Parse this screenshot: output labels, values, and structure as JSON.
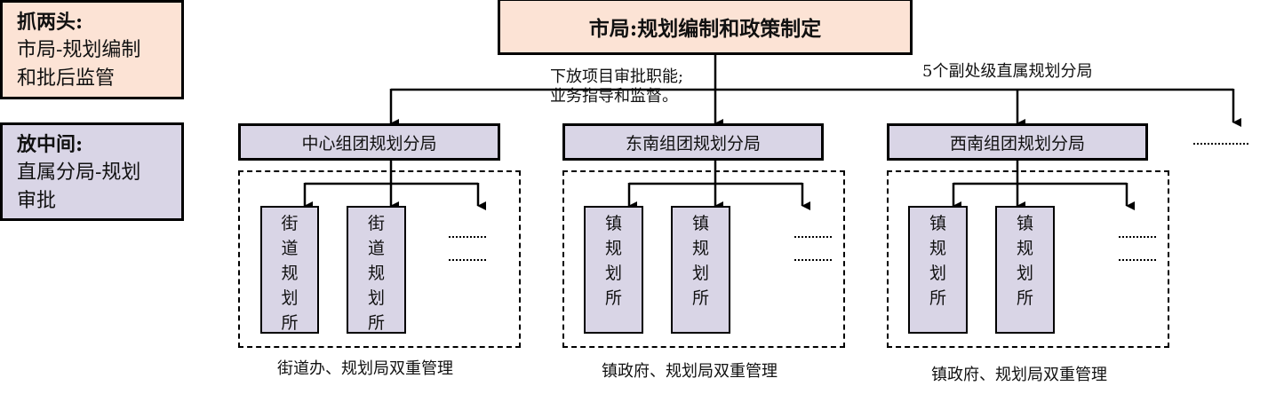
{
  "legend": {
    "grasp": {
      "heading": "抓两头:",
      "lines": [
        "市局-规划编制",
        "和批后监管"
      ]
    },
    "release": {
      "heading": "放中间:",
      "lines": [
        "直属分局-规划",
        "审批"
      ]
    }
  },
  "top": {
    "title": "市局:规划编制和政策制定"
  },
  "annotations": {
    "delegation_lines": [
      "下放项目审批职能;",
      "业务指导和监督。"
    ],
    "branch_count": "5个副处级直属规划分局"
  },
  "branches": [
    {
      "name": "中心组团规划分局",
      "units": [
        {
          "chars": [
            "街",
            "道",
            "规",
            "划",
            "所"
          ]
        },
        {
          "chars": [
            "街",
            "道",
            "规",
            "划",
            "所"
          ]
        }
      ],
      "more": "……",
      "caption": "街道办、规划局双重管理"
    },
    {
      "name": "东南组团规划分局",
      "units": [
        {
          "chars": [
            "镇",
            "规",
            "划",
            "所"
          ]
        },
        {
          "chars": [
            "镇",
            "规",
            "划",
            "所"
          ]
        }
      ],
      "more": "……",
      "caption": "镇政府、规划局双重管理"
    },
    {
      "name": "西南组团规划分局",
      "units": [
        {
          "chars": [
            "镇",
            "规",
            "划",
            "所"
          ]
        },
        {
          "chars": [
            "镇",
            "规",
            "划",
            "所"
          ]
        }
      ],
      "more": "……",
      "caption": "镇政府、规划局双重管理"
    }
  ],
  "more_branches": "……",
  "colors": {
    "peach": "#FCE3D5",
    "lavender": "#D9D5E6",
    "line": "#000000"
  }
}
